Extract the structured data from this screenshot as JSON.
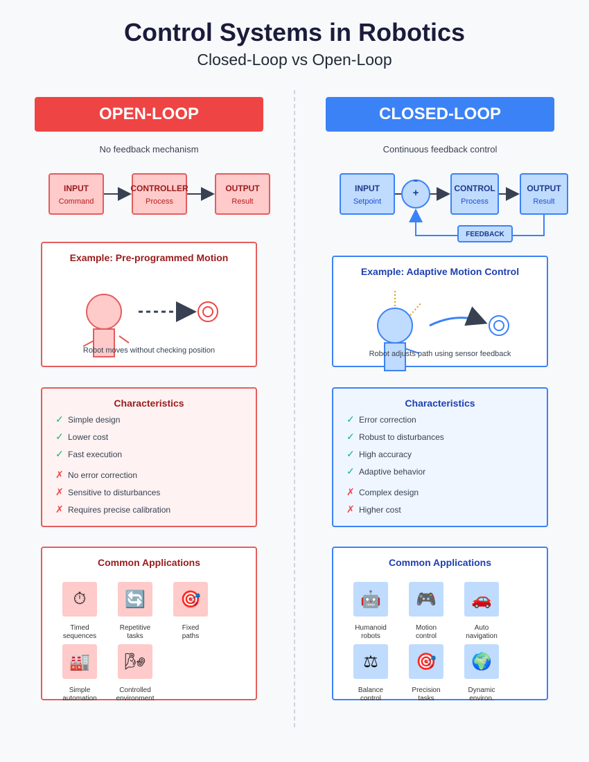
{
  "header": {
    "title": "Control Systems in Robotics",
    "subtitle": "Closed-Loop vs Open-Loop"
  },
  "open_loop": {
    "banner": "OPEN-LOOP",
    "description": "No feedback mechanism",
    "blocks": [
      {
        "title": "INPUT",
        "sub": "Command"
      },
      {
        "title": "CONTROLLER",
        "sub": "Process"
      },
      {
        "title": "OUTPUT",
        "sub": "Result"
      }
    ],
    "example_title": "Example: Pre-programmed Motion",
    "example_caption": "Robot moves without checking position",
    "characteristics_title": "Characteristics",
    "pros": [
      "Simple design",
      "Lower cost",
      "Fast execution"
    ],
    "cons": [
      "No error correction",
      "Sensitive to disturbances",
      "Requires precise calibration"
    ],
    "applications_title": "Common Applications",
    "applications": [
      {
        "icon": "stopwatch-icon",
        "glyph": "⏱",
        "label1": "Timed",
        "label2": "sequences"
      },
      {
        "icon": "repeat-icon",
        "glyph": "🔄",
        "label1": "Repetitive",
        "label2": "tasks"
      },
      {
        "icon": "target-icon",
        "glyph": "🎯",
        "label1": "Fixed",
        "label2": "paths"
      },
      {
        "icon": "factory-icon",
        "glyph": "🏭",
        "label1": "Simple",
        "label2": "automation"
      },
      {
        "icon": "wind-icon",
        "glyph": "🌬",
        "label1": "Controlled",
        "label2": "environment"
      }
    ]
  },
  "closed_loop": {
    "banner": "CLOSED-LOOP",
    "description": "Continuous feedback control",
    "blocks": [
      {
        "title": "INPUT",
        "sub": "Setpoint"
      },
      {
        "title": "CONTROL",
        "sub": "Process"
      },
      {
        "title": "OUTPUT",
        "sub": "Result"
      }
    ],
    "summing_plus": "+",
    "summing_minus": "−",
    "feedback_label": "FEEDBACK",
    "example_title": "Example: Adaptive Motion Control",
    "example_caption": "Robot adjusts path using sensor feedback",
    "characteristics_title": "Characteristics",
    "pros": [
      "Error correction",
      "Robust to disturbances",
      "High accuracy",
      "Adaptive behavior"
    ],
    "cons": [
      "Complex design",
      "Higher cost"
    ],
    "applications_title": "Common Applications",
    "applications": [
      {
        "icon": "robot-icon",
        "glyph": "🤖",
        "label1": "Humanoid",
        "label2": "robots"
      },
      {
        "icon": "gamepad-icon",
        "glyph": "🎮",
        "label1": "Motion",
        "label2": "control"
      },
      {
        "icon": "car-icon",
        "glyph": "🚗",
        "label1": "Auto",
        "label2": "navigation"
      },
      {
        "icon": "balance-icon",
        "glyph": "⚖",
        "label1": "Balance",
        "label2": "control"
      },
      {
        "icon": "target-icon",
        "glyph": "🎯",
        "label1": "Precision",
        "label2": "tasks"
      },
      {
        "icon": "globe-icon",
        "glyph": "🌍",
        "label1": "Dynamic",
        "label2": "environ."
      }
    ]
  },
  "marks": {
    "check": "✓",
    "cross": "✗"
  },
  "colors": {
    "open_accent": "#ef4444",
    "closed_accent": "#3b82f6",
    "check": "#10b981",
    "cross": "#ef4444"
  }
}
